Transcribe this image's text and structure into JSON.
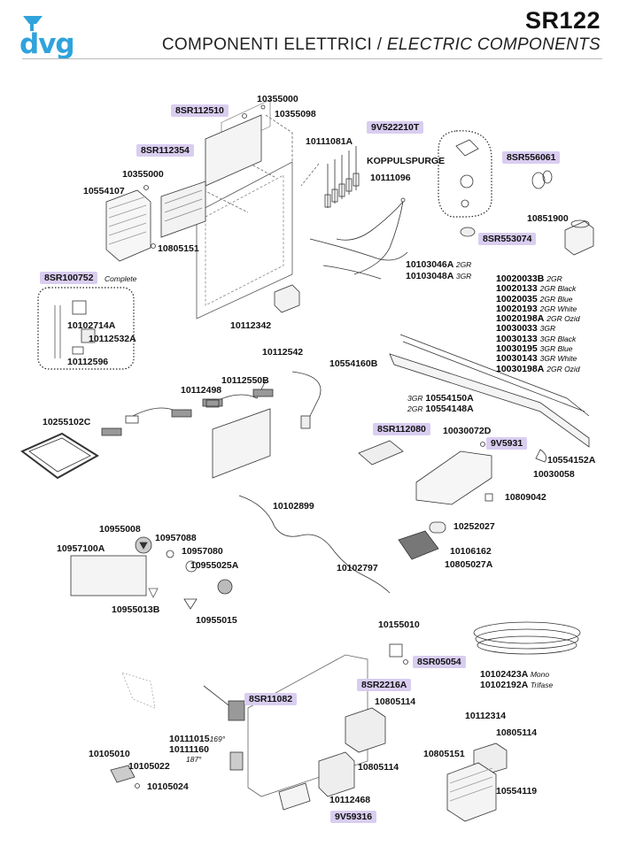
{
  "header": {
    "model": "SR122",
    "title_it": "COMPONENTI ELETTRICI",
    "separator": "/",
    "title_en": "ELECTRIC COMPONENTS",
    "logo_text": "dvg"
  },
  "parts": {
    "p10355000a": "10355000",
    "p10355098": "10355098",
    "p10111081A": "10111081A",
    "pKOPPULSPURGE": "KOPPULSPURGE",
    "p10355000b": "10355000",
    "p10111096": "10111096",
    "p10554107": "10554107",
    "p10851900": "10851900",
    "p10805151a": "10805151",
    "p10103046A": "10103046A",
    "p10103048A": "10103048A",
    "p10102714A": "10102714A",
    "p10112532A": "10112532A",
    "p10112596": "10112596",
    "p10112342": "10112342",
    "p10112542": "10112542",
    "p10554160B": "10554160B",
    "p10112550B": "10112550B",
    "p10112498": "10112498",
    "p10554150A": "10554150A",
    "p10554148A": "10554148A",
    "p10255102C": "10255102C",
    "p10030072D": "10030072D",
    "p10554152A": "10554152A",
    "p10030058": "10030058",
    "p10809042": "10809042",
    "p10102899": "10102899",
    "p10252027": "10252027",
    "p10955008": "10955008",
    "p10957088": "10957088",
    "p10957100A": "10957100A",
    "p10957080": "10957080",
    "p10955025A": "10955025A",
    "p10106162": "10106162",
    "p10805027A": "10805027A",
    "p10102797": "10102797",
    "p10955013B": "10955013B",
    "p10955015": "10955015",
    "p10155010": "10155010",
    "p10102423A": "10102423A",
    "p10102192A": "10102192A",
    "p10805114a": "10805114",
    "p10112314": "10112314",
    "p10805114b": "10805114",
    "p10111015": "10111015",
    "p10111160": "10111160",
    "p10105010": "10105010",
    "p10105022": "10105022",
    "p10805151b": "10805151",
    "p10805114c": "10805114",
    "p10105024": "10105024",
    "p10554119": "10554119",
    "p10112468": "10112468"
  },
  "highlighted": {
    "h8SR112510": "8SR112510",
    "h9V522210T": "9V522210T",
    "h8SR112354": "8SR112354",
    "h8SR556061": "8SR556061",
    "h8SR553074": "8SR553074",
    "h8SR100752": "8SR100752",
    "h8SR112080": "8SR112080",
    "h9V5931": "9V5931",
    "h8SR05054": "8SR05054",
    "h8SR11082": "8SR11082",
    "h8SR2216A": "8SR2216A",
    "h9V59316": "9V59316"
  },
  "notes": {
    "complete": "Complete",
    "n2GR": "2GR",
    "n3GR": "3GR",
    "n3GRside": "3GR",
    "n2GRside": "2GR",
    "mono": "Mono",
    "trifase": "Trifase",
    "deg169": "169°",
    "deg187": "187°"
  },
  "variant_list": [
    {
      "code": "10020033B",
      "note": "2GR"
    },
    {
      "code": "10020133",
      "note": "2GR Black"
    },
    {
      "code": "10020035",
      "note": "2GR Blue"
    },
    {
      "code": "10020193",
      "note": "2GR White"
    },
    {
      "code": "10020198A",
      "note": "2GR Ozid"
    },
    {
      "code": "10030033",
      "note": "3GR"
    },
    {
      "code": "10030133",
      "note": "3GR Black"
    },
    {
      "code": "10030195",
      "note": "3GR Blue"
    },
    {
      "code": "10030143",
      "note": "3GR White"
    },
    {
      "code": "10030198A",
      "note": "2GR Ozid"
    }
  ],
  "colors": {
    "highlight": "#d9cdf0",
    "logo": "#2fa3dc",
    "line": "#333333"
  }
}
